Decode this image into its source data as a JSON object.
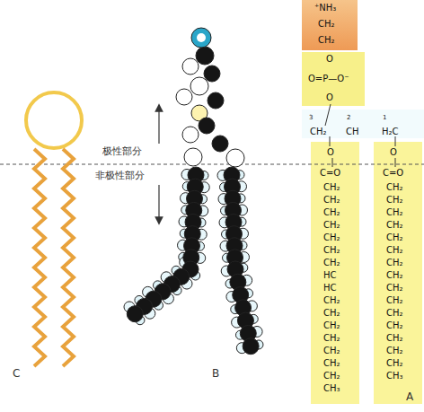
{
  "diagram": {
    "labels": [
      "极性部分",
      "非极性部分",
      "C",
      "B",
      "A",
      "⁺NH₃",
      "CH₂",
      "CH₂",
      "O",
      "O=P—O⁻",
      "O",
      "CH₂",
      "3",
      "CH",
      "2",
      "H₂C",
      "1",
      "O",
      "C=O",
      "CH₂",
      "CH₂",
      "CH₂",
      "CH₂",
      "CH₂",
      "CH₂",
      "CH₂",
      "HC",
      "HC",
      "CH₂",
      "CH₂",
      "CH₂",
      "CH₂",
      "CH₂",
      "CH₂",
      "CH₂",
      "CH₃",
      "O",
      "C=O",
      "CH₂",
      "CH₂",
      "CH₂",
      "CH₂",
      "CH₂",
      "CH₂",
      "CH₂",
      "CH₂",
      "CH₂",
      "CH₂",
      "CH₂",
      "CH₂",
      "CH₂",
      "CH₂",
      "CH₂",
      "CH₃"
    ]
  }
}
